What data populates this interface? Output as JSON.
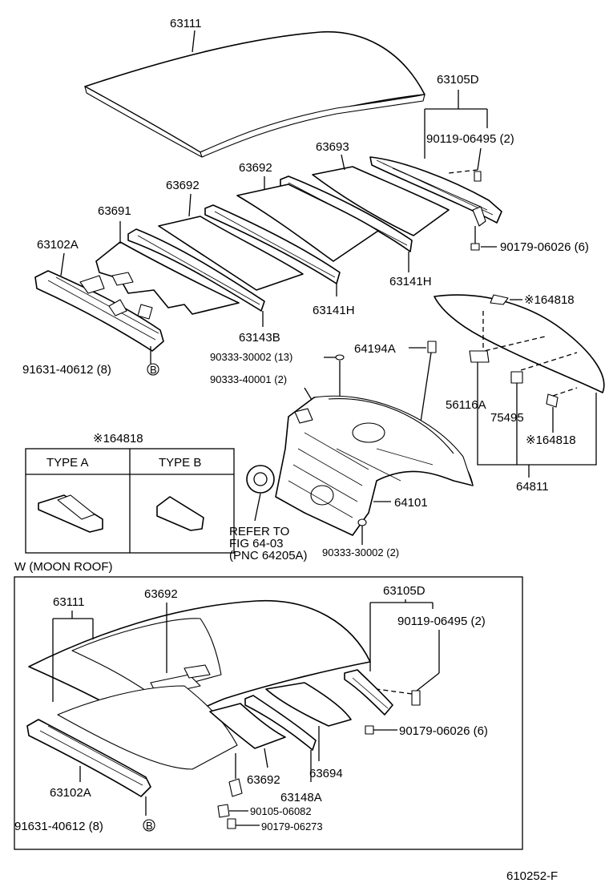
{
  "labels": {
    "roof_panel": "63111",
    "rear_rail_assy": "63105D",
    "bolt_upper": "90119-06495 (2)",
    "pad_rear": "63693",
    "silencer_mid": "63692",
    "silencer_front": "63691",
    "front_rail": "63102A",
    "nut_upper": "90179-06026 (6)",
    "bow_rear": "63141H",
    "bow_mid": "63141H",
    "bow_front": "63143B",
    "stud_front": "91631-40612 (8)",
    "clip_13": "90333-30002 (13)",
    "clip_2": "90333-40001 (2)",
    "grommet": "64194A",
    "mark_upper": "※164818",
    "shelf_bracket": "56116A",
    "cushion": "75495",
    "mark_lower": "※164818",
    "rear_shelf_trim": "64811",
    "rear_panel": "64101",
    "refer_line1": "REFER TO",
    "refer_line2": "FIG 64-03",
    "refer_line3": "(PNC 64205A)",
    "clip_rear": "90333-30002 (2)",
    "inset_title": "※164818",
    "type_a": "TYPE A",
    "type_b": "TYPE B",
    "section_title": "W (MOON  ROOF)",
    "mr_roof_panel": "63111",
    "mr_silencer": "63692",
    "mr_rear_rail": "63105D",
    "mr_bolt": "90119-06495 (2)",
    "mr_nut": "90179-06026 (6)",
    "mr_front_rail": "63102A",
    "mr_silencer_lower": "63692",
    "mr_pad": "63694",
    "mr_bow": "63148A",
    "mr_stud": "91631-40612 (8)",
    "mr_screw": "90105-06082",
    "mr_nut_lower": "90179-06273",
    "figure_code": "610252-F",
    "circle_b": "B"
  }
}
